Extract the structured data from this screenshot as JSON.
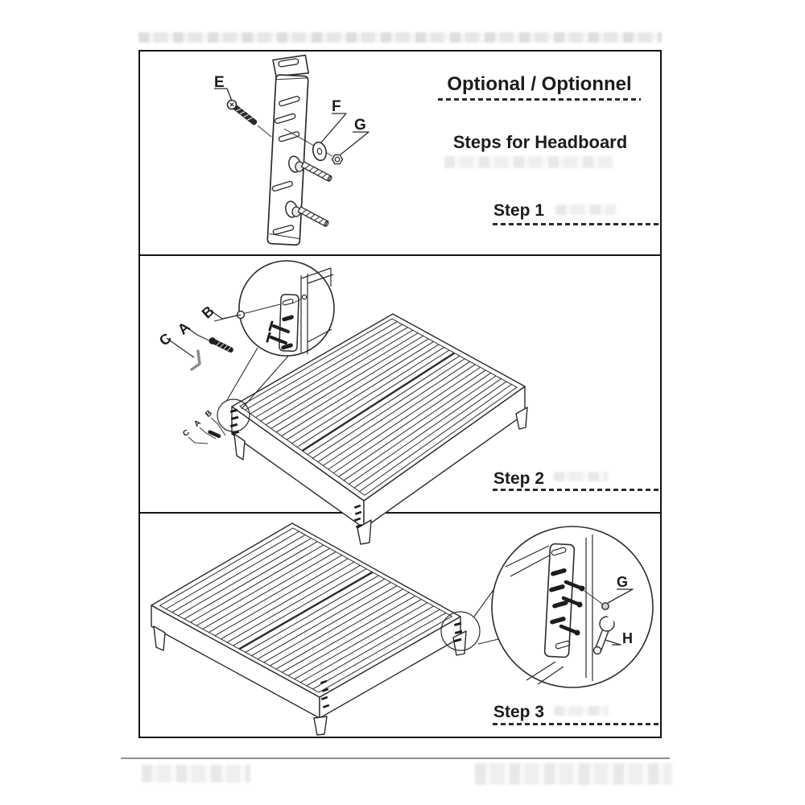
{
  "document": {
    "optional_title": "Optional / Optionnel",
    "headboard_title": "Steps for Headboard",
    "step1_label": "Step 1",
    "step2_label": "Step 2",
    "step3_label": "Step 3"
  },
  "part_labels": {
    "screw_e": "E",
    "washer_f": "F",
    "nut_g": "G",
    "bolt_a": "A",
    "washer_b": "B",
    "allen_c": "C",
    "small_a": "A",
    "small_b": "B",
    "small_c": "C",
    "nut_g3": "G",
    "wrench_h": "H"
  },
  "colors": {
    "ink": "#2b2b2b",
    "border": "#161616",
    "dash": "#333333",
    "ghost": "#dedede"
  }
}
